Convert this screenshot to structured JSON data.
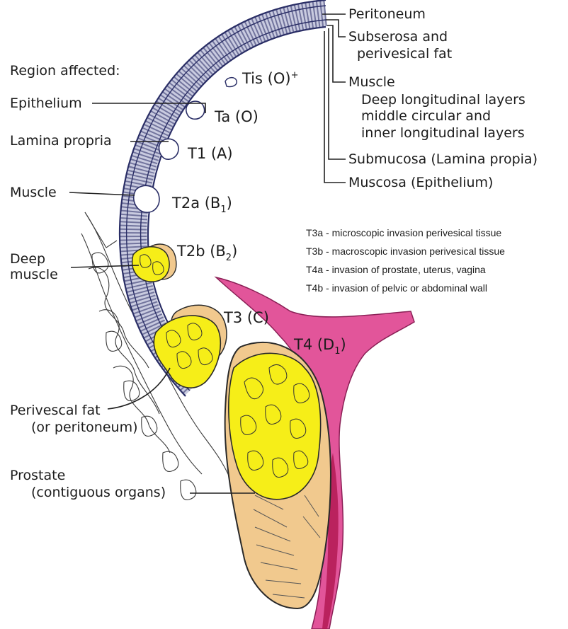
{
  "left_labels": {
    "region_affected": "Region affected:",
    "epithelium": "Epithelium",
    "lamina_propria": "Lamina propria",
    "muscle": "Muscle",
    "deep_muscle_1": "Deep",
    "deep_muscle_2": "muscle",
    "perivesical_fat_1": "Perivescal fat",
    "perivesical_fat_2": "(or peritoneum)",
    "prostate_1": "Prostate",
    "prostate_2": "(contiguous organs)"
  },
  "right_labels": {
    "peritoneum": "Peritoneum",
    "subserosa_1": "Subserosa and",
    "subserosa_2": "perivesical fat",
    "muscle": "Muscle",
    "muscle_sub_1": "Deep longitudinal layers",
    "muscle_sub_2": "middle circular and",
    "muscle_sub_3": "inner longitudinal layers",
    "submucosa": "Submucosa (Lamina propia)",
    "mucosa": "Muscosa (Epithelium)"
  },
  "stages": {
    "tis": "Tis (O)",
    "tis_sup": "+",
    "ta": "Ta (O)",
    "t1": "T1 (A)",
    "t2a_main": "T2a (B",
    "t2a_sub": "1",
    "t2a_close": ")",
    "t2b_main": "T2b (B",
    "t2b_sub": "2",
    "t2b_close": ")",
    "t3": "T3 (C)",
    "t4_main": "T4 (D",
    "t4_sub": "1",
    "t4_close": ")"
  },
  "legend": [
    "T3a - microscopic invasion perivesical tissue",
    "T3b - macroscopic invasion perivesical tissue",
    "T4a - invasion of prostate, uterus, vagina",
    "T4b - invasion of pelvic or abdominal wall"
  ],
  "colors": {
    "tumor": "#f6ee18",
    "prostate": "#f1c98e",
    "pelvic_wall": "#e2559a",
    "wall_stroke": "#2a2e66"
  }
}
